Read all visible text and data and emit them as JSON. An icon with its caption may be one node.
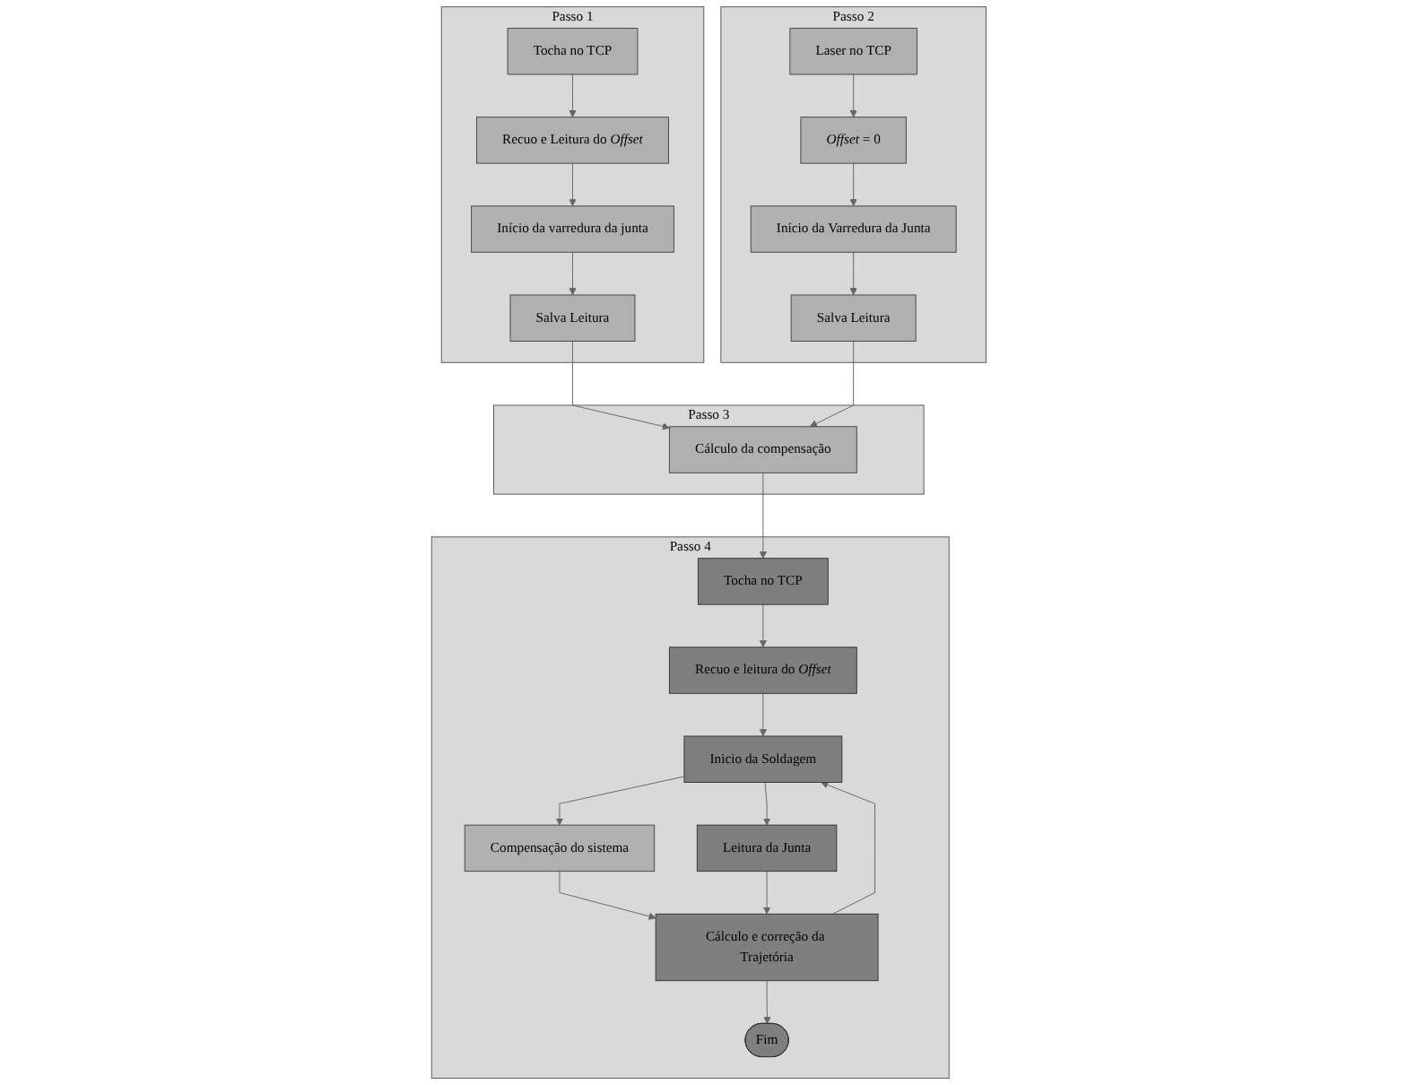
{
  "diagram": {
    "nodes": [
      {
        "text": [
          "Passo 1"
        ]
      },
      {
        "text": [
          "Tocha no TCP"
        ],
        "in": 0
      },
      {
        "text": [
          "Recuo e Leitura do *Offset*"
        ],
        "in": 0
      },
      {
        "text": [
          "Início da varredura da junta"
        ],
        "in": 0
      },
      {
        "text": [
          "Salva Leitura"
        ],
        "in": 0
      },
      {
        "text": [
          "Passo 2"
        ]
      },
      {
        "text": [
          "Laser no TCP"
        ],
        "in": 5
      },
      {
        "text": [
          "*Offset* = 0"
        ],
        "in": 5
      },
      {
        "text": [
          "Início da Varredura da Junta"
        ],
        "in": 5
      },
      {
        "text": [
          "Salva Leitura"
        ],
        "in": 5
      },
      {
        "text": [
          "Passo 3"
        ]
      },
      {
        "text": [
          "Cálculo da compensação"
        ],
        "in": 10
      },
      {
        "text": [
          "Passo 4"
        ]
      },
      {
        "text": [
          "Tocha no TCP"
        ],
        "in": 12
      },
      {
        "text": [
          "Recuo e leitura do *Offset*"
        ],
        "in": 12
      },
      {
        "text": [
          "Inicio da Soldagem"
        ],
        "in": 12
      },
      {
        "text": [
          "Compensação do sistema"
        ],
        "in": 12
      },
      {
        "text": [
          "Leitura da Junta"
        ],
        "in": 12
      },
      {
        "text": [
          "Cálculo e correção da Trajetória"
        ],
        "in": 12
      },
      {
        "text": [
          "Fim"
        ],
        "in": 12
      }
    ],
    "edges": [
      {
        "from": 1,
        "to": 2,
        "arrow": "to"
      },
      {
        "from": 2,
        "to": 3,
        "arrow": "to"
      },
      {
        "from": 3,
        "to": 4,
        "arrow": "to"
      },
      {
        "from": 6,
        "to": 7,
        "arrow": "to"
      },
      {
        "from": 7,
        "to": 8,
        "arrow": "to"
      },
      {
        "from": 8,
        "to": 9,
        "arrow": "to"
      },
      {
        "from": 4,
        "to": 11,
        "arrow": "to"
      },
      {
        "from": 9,
        "to": 11,
        "arrow": "to"
      },
      {
        "from": 11,
        "to": 13,
        "arrow": "to"
      },
      {
        "from": 13,
        "to": 14,
        "arrow": "to"
      },
      {
        "from": 14,
        "to": 15,
        "arrow": "to"
      },
      {
        "from": 15,
        "to": 16,
        "arrow": "to"
      },
      {
        "from": 15,
        "to": 17,
        "arrow": "to"
      },
      {
        "from": 16,
        "to": 18,
        "arrow": "to"
      },
      {
        "from": 17,
        "to": 18,
        "arrow": "to"
      },
      {
        "from": 18,
        "to": 15,
        "arrow": "to"
      },
      {
        "from": 18,
        "to": 19,
        "arrow": "to"
      }
    ]
  }
}
